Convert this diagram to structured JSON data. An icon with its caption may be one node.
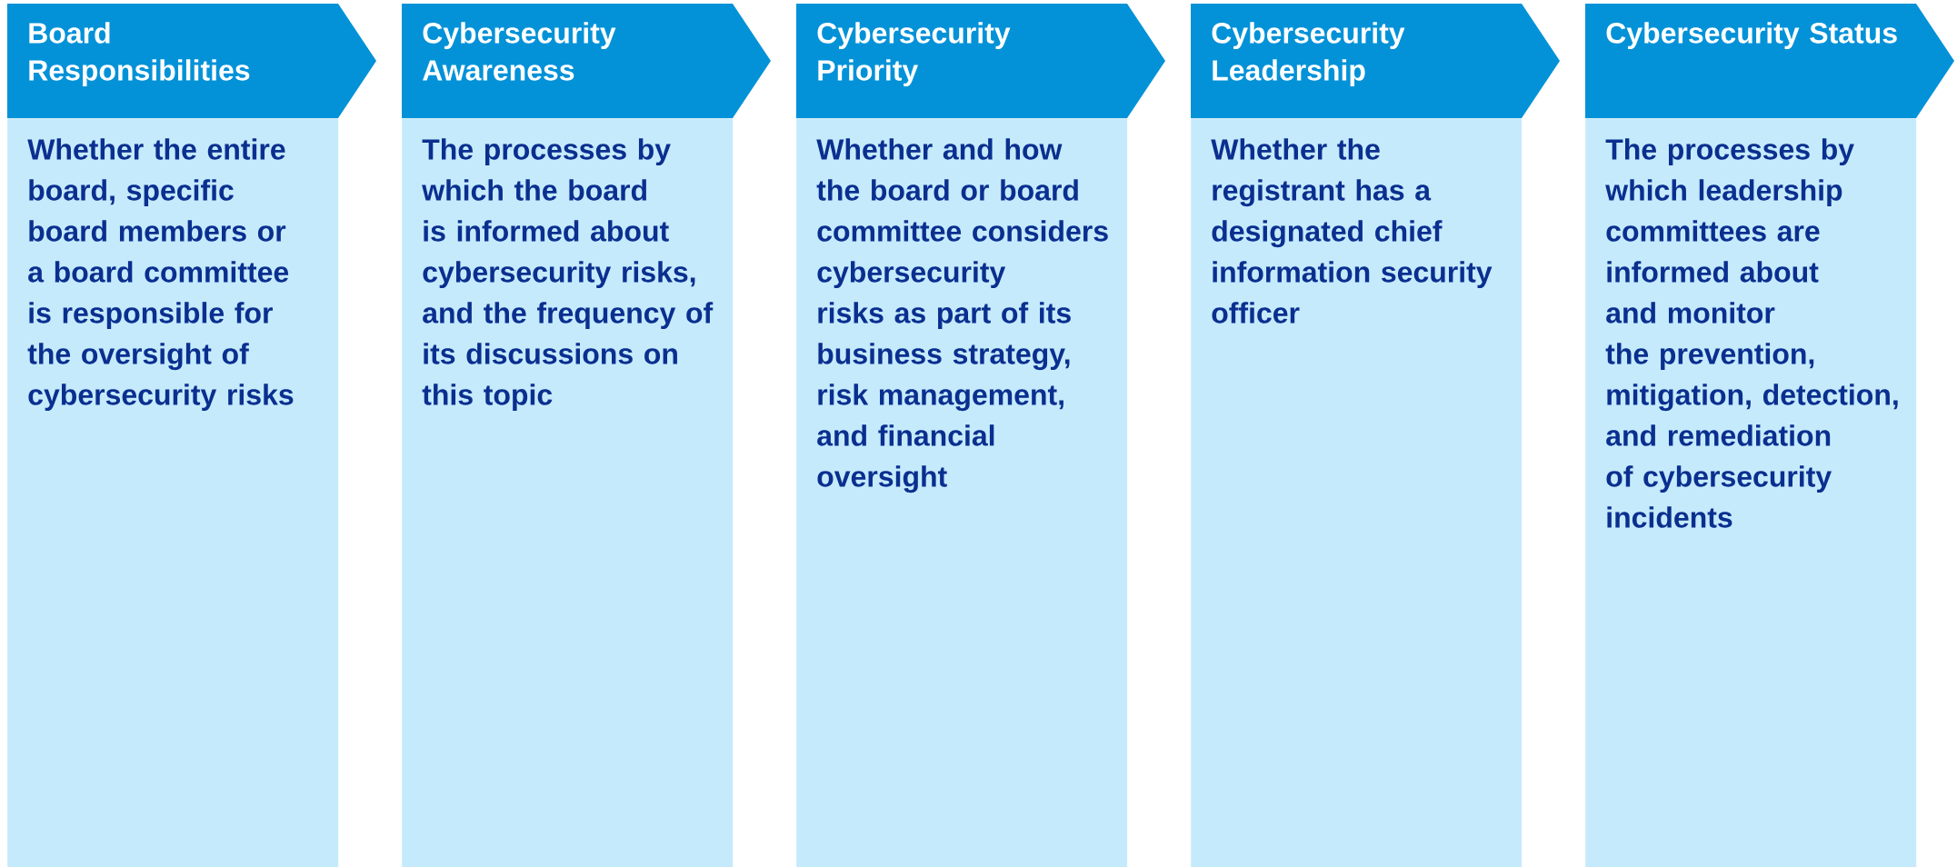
{
  "diagram": {
    "nodes": [
      {
        "text": [
          "Board Responsibilities",
          "Whether the entire board, specific board members or a board committee is responsible for the oversight of cybersecurity risks"
        ]
      },
      {
        "text": [
          "Cybersecurity Awareness",
          "The processes by which the board is informed about cybersecurity risks, and the frequency of its discussions on this topic"
        ]
      },
      {
        "text": [
          "Cybersecurity Priority",
          "Whether and how the board or board committee considers cybersecurity risks as part of its business strategy, risk management, and financial oversight"
        ]
      },
      {
        "text": [
          "Cybersecurity Leadership",
          "Whether the registrant has a designated chief information security officer"
        ]
      },
      {
        "text": [
          "Cybersecurity Status",
          "The processes by which leadership committees are informed about and monitor the prevention, mitigation, detection, and remediation of cybersecurity incidents"
        ]
      }
    ]
  }
}
